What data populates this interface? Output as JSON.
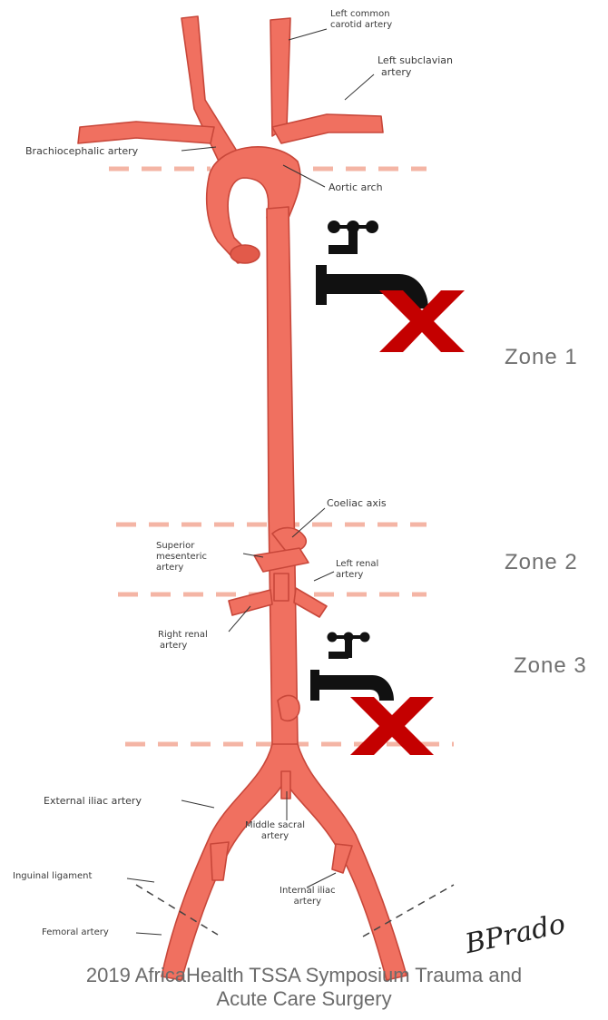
{
  "labels": {
    "left_common_carotid": [
      "Left common",
      "carotid artery"
    ],
    "left_subclavian": [
      "Left subclavian",
      "artery"
    ],
    "brachiocephalic": "Brachiocephalic artery",
    "aortic_arch": "Aortic arch",
    "coeliac_axis": "Coeliac axis",
    "superior_mesenteric": [
      "Superior",
      "mesenteric",
      "artery"
    ],
    "left_renal": [
      "Left renal",
      "artery"
    ],
    "right_renal": [
      "Right renal",
      "artery"
    ],
    "external_iliac": "External iliac artery",
    "middle_sacral": [
      "Middle sacral",
      "artery"
    ],
    "inguinal_ligament": "Inguinal ligament",
    "internal_iliac": [
      "Internal iliac",
      "artery"
    ],
    "femoral": "Femoral artery"
  },
  "zones": [
    "Zone 1",
    "Zone 2",
    "Zone 3"
  ],
  "signature": "BPrado",
  "footer": [
    "2019 AfricaHealth TSSA Symposium Trauma and",
    "Acute Care Surgery"
  ],
  "icons": {
    "occlusion_marker_1": "tap-with-red-x-icon",
    "occlusion_marker_2": "tap-with-red-x-icon"
  },
  "colors": {
    "artery": "#f07060",
    "artery_outline": "#c8473a",
    "zone_divider": "#f4b5a5",
    "x_mark": "#c40000",
    "tap": "#111111"
  }
}
